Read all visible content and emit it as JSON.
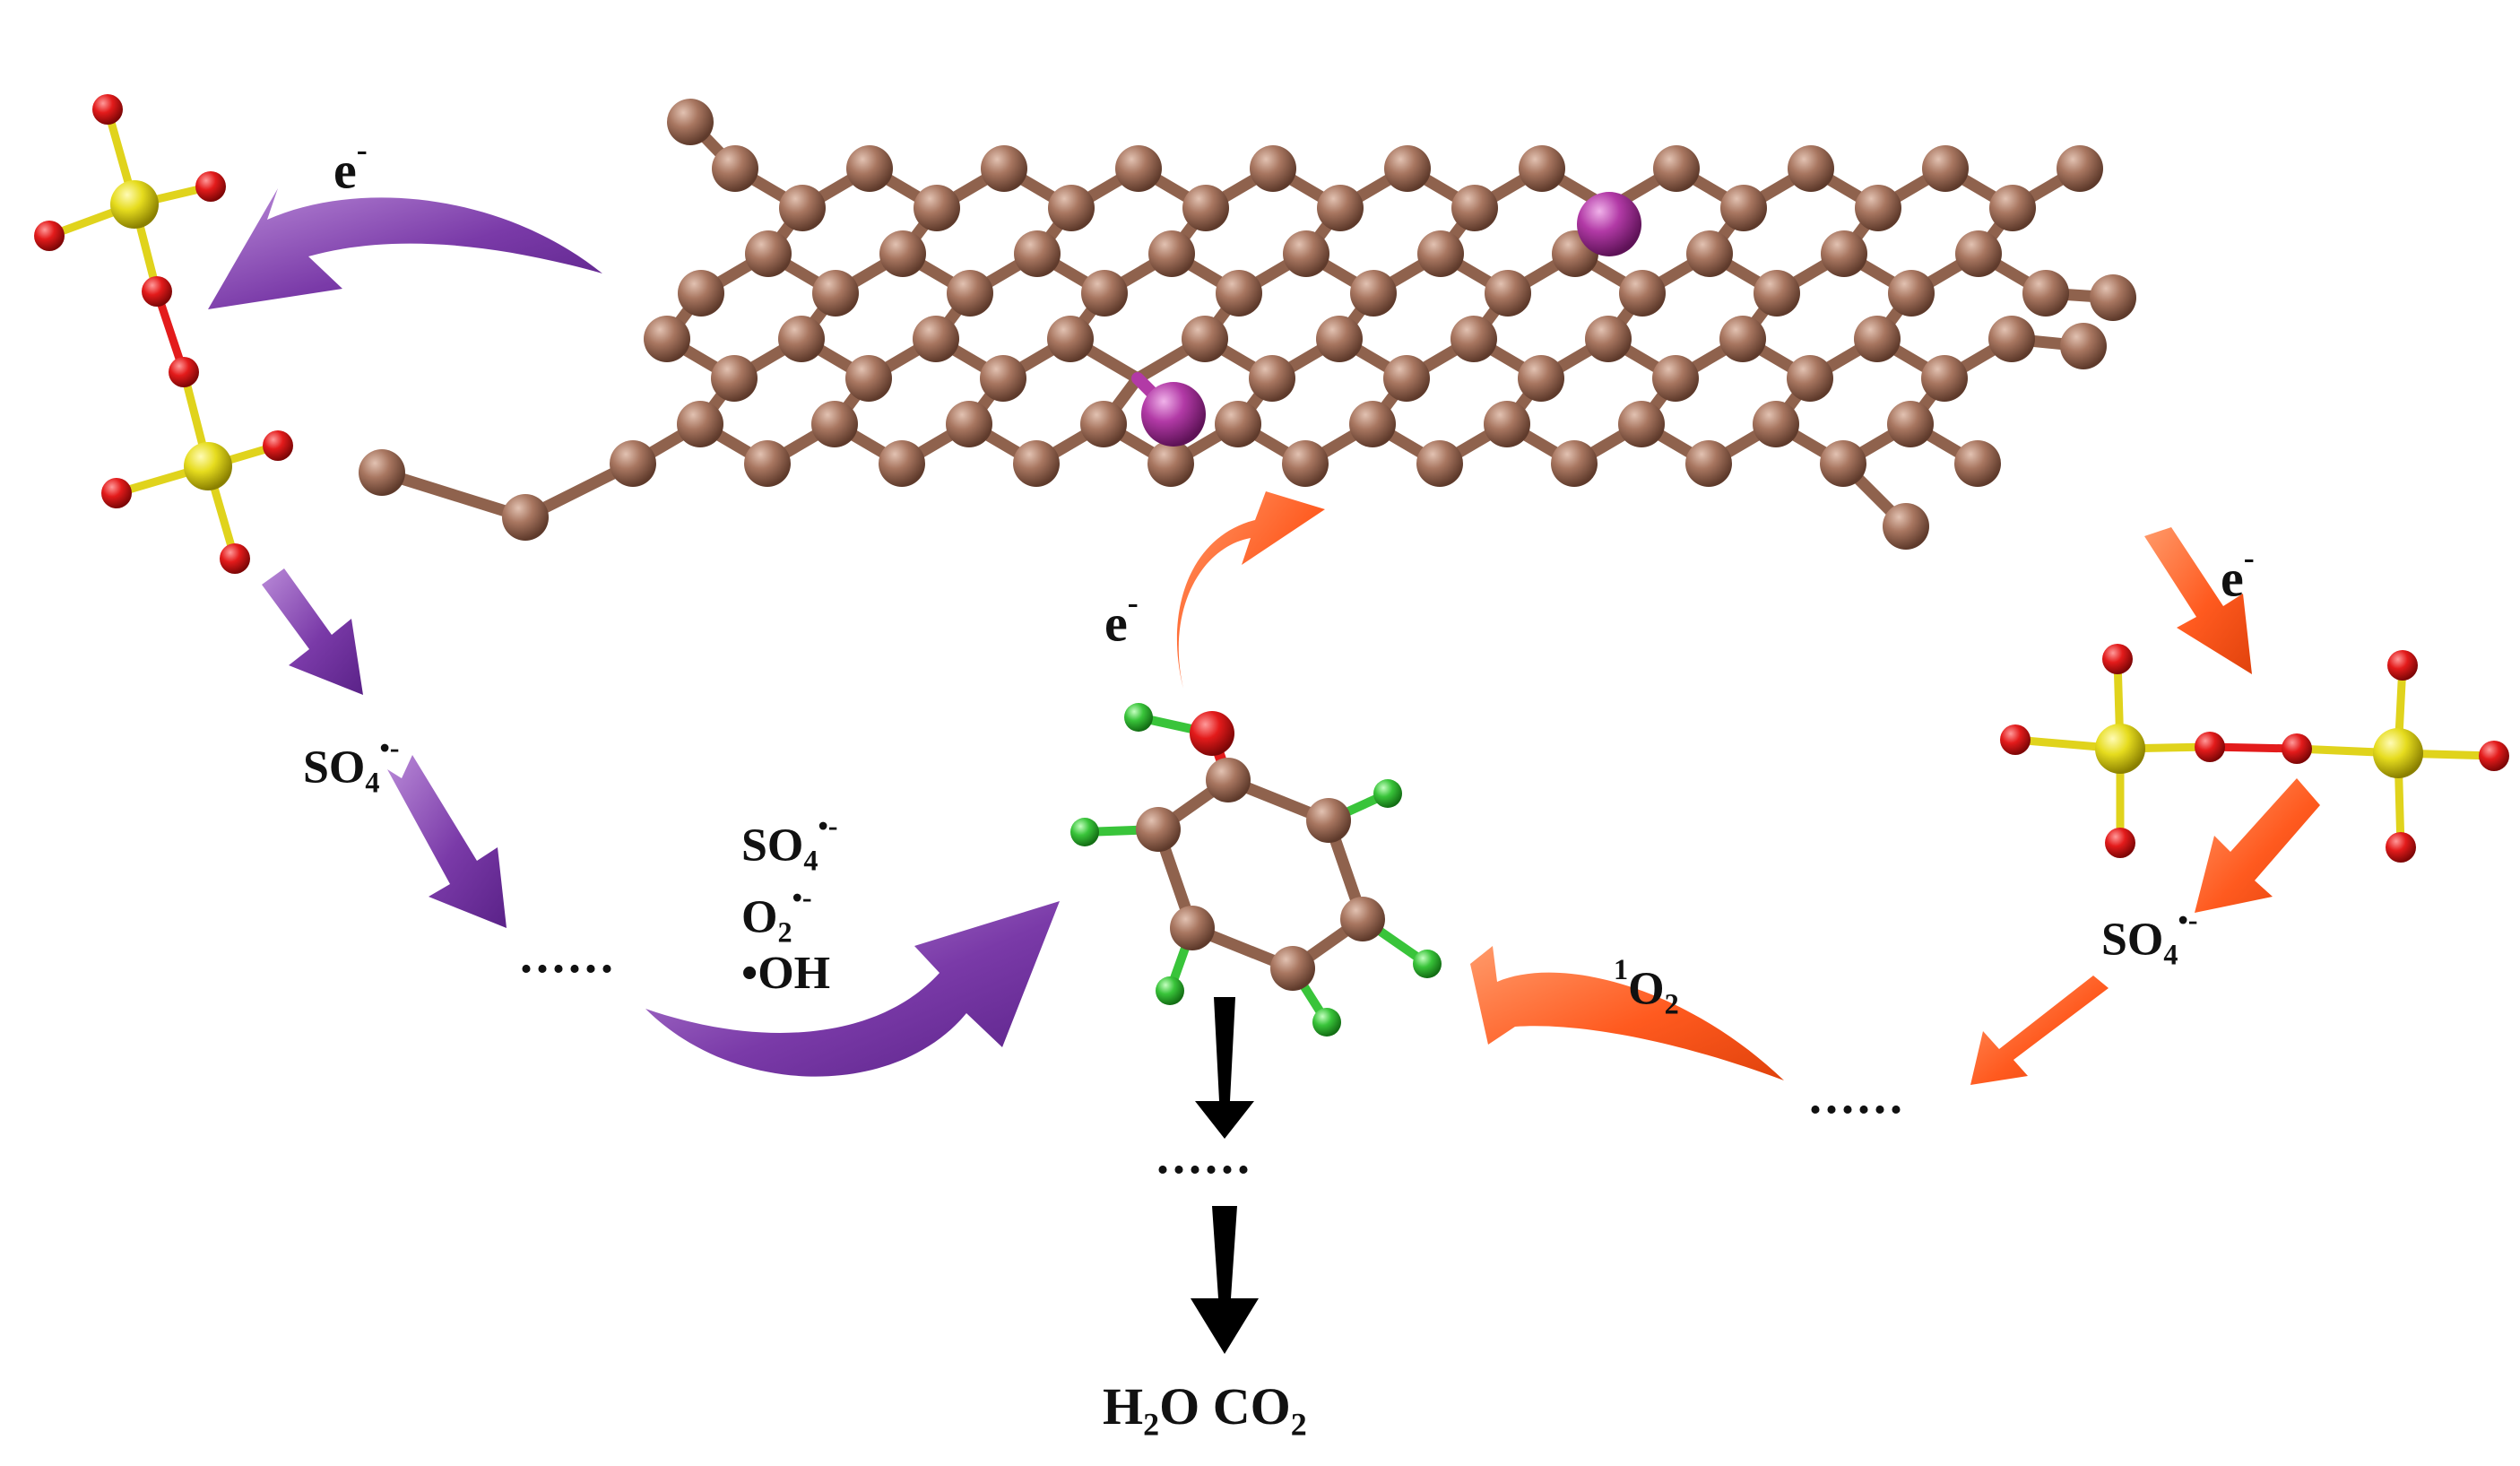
{
  "labels": {
    "e_minus_left": {
      "base": "e",
      "sup": "-"
    },
    "e_minus_center": {
      "base": "e",
      "sup": "-"
    },
    "e_minus_right": {
      "base": "e",
      "sup": "-"
    },
    "so4_left": {
      "base": "SO",
      "sub": "4",
      "sup": "•-"
    },
    "so4_right": {
      "base": "SO",
      "sub": "4",
      "sup": "•-"
    },
    "species_so4": {
      "base": "SO",
      "sub": "4",
      "sup": "•-"
    },
    "species_o2": {
      "base": "O",
      "sub": "2",
      "sup": "•-"
    },
    "species_oh": "•OH",
    "singlet_oxygen": {
      "sup": "1",
      "base": "O",
      "sub": "2"
    },
    "ellipsis_left": "......",
    "ellipsis_right": "......",
    "ellipsis_bottom": "......",
    "product_h2o": {
      "base": "H",
      "sub": "2",
      "tail": "O"
    },
    "product_co2": {
      "base": "CO",
      "sub": "2"
    }
  },
  "colors": {
    "carbon": "#9a6b55",
    "dopant": "#b23aa6",
    "oxygen": "#e31b1b",
    "sulfur": "#e6dc1e",
    "fluorine": "#39c43a",
    "arrow_purple": "#7a3aa8",
    "arrow_orange": "#ff5a1f",
    "arrow_black": "#000000"
  }
}
